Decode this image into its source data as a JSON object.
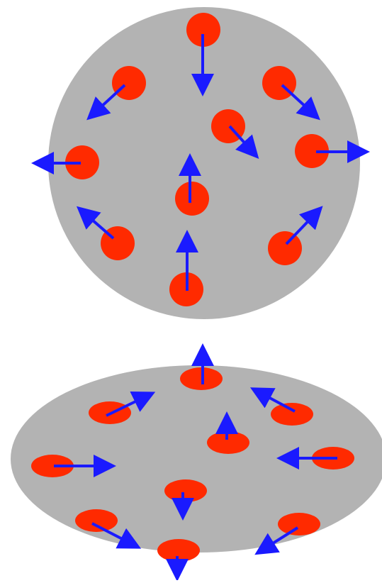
{
  "colors": {
    "background": "#ffffff",
    "disk": "#b3b3b3",
    "particle": "#ff2a00",
    "arrow": "#1a1aff"
  },
  "panels": [
    {
      "id": "top-panel",
      "view": "face-on",
      "disk_shape": "circle",
      "particles": 10,
      "arrow_style": "vectors"
    },
    {
      "id": "bottom-panel",
      "view": "tilted",
      "disk_shape": "ellipse",
      "particles": 10,
      "arrow_style": "vectors"
    }
  ]
}
